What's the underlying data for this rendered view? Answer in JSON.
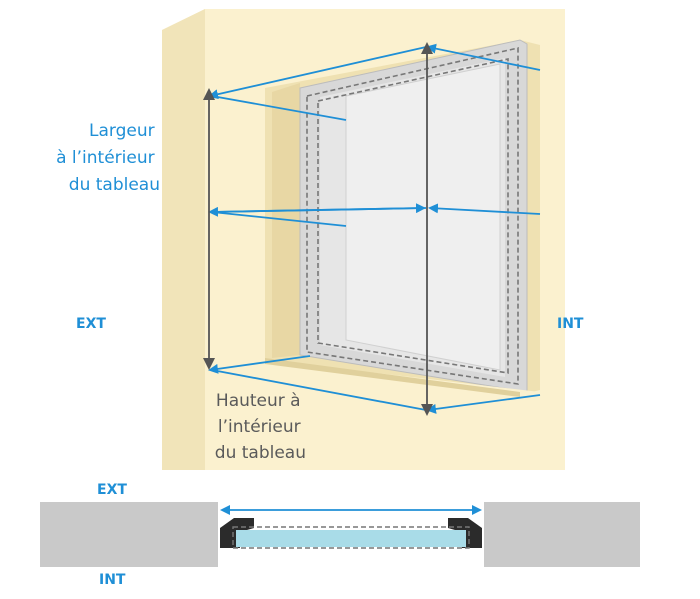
{
  "labels": {
    "width_lines": [
      "Largeur",
      "à l’intérieur",
      "du tableau"
    ],
    "height_lines": [
      "Hauteur à",
      "l’intérieur",
      "du tableau"
    ],
    "ext_main": "EXT",
    "int_main": "INT",
    "ext_section": "EXT",
    "int_section": "INT"
  },
  "colors": {
    "wall": "#fbf1cf",
    "wall_shade": "#f1e4b9",
    "reveal": "#efe1b2",
    "frame": "#d8d8d8",
    "glass": "#efefef",
    "measure_blue": "#1f8fd6",
    "dimension_grey": "#555555",
    "section_wall": "#c9c9c9",
    "section_glass": "#a9dce8",
    "gasket": "#2b2b2b"
  }
}
